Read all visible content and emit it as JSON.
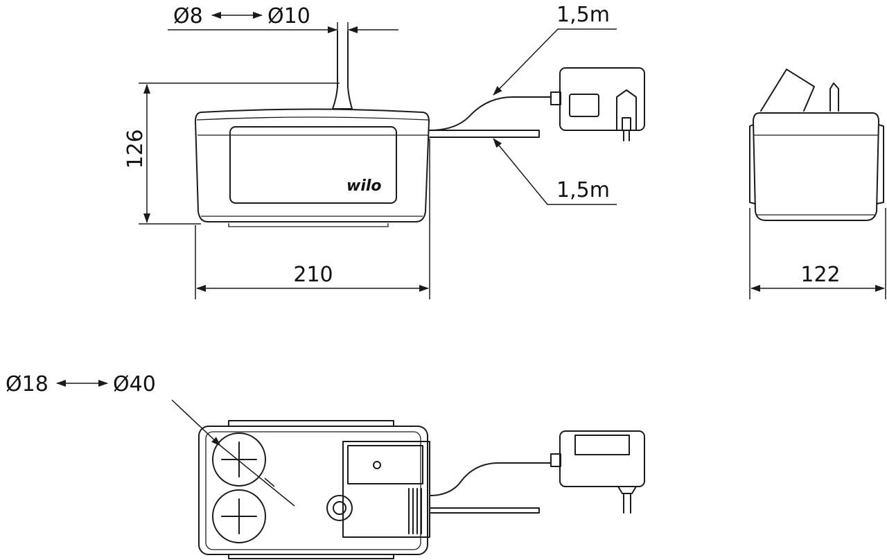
{
  "title": "Condensate pump dimension drawing",
  "front_view": {
    "tube_diameter_min": "Ø8",
    "tube_diameter_max": "Ø10",
    "cable_length_top": "1,5m",
    "cable_length_bottom": "1,5m",
    "height": "126",
    "width": "210",
    "logo": "wilo"
  },
  "side_view": {
    "depth": "122"
  },
  "bottom_view": {
    "inlet_diameter_min": "Ø18",
    "inlet_diameter_max": "Ø40"
  },
  "colors": {
    "line": "#1a1a1a",
    "background": "#ffffff"
  }
}
